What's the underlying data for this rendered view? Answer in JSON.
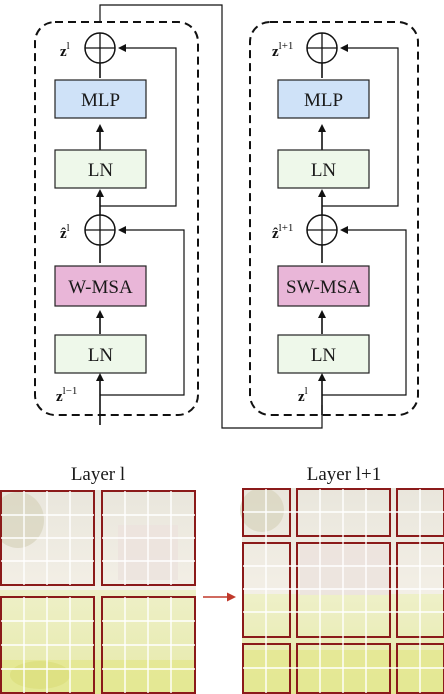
{
  "left_block": {
    "mlp_label": "MLP",
    "ln_top_label": "LN",
    "attn_label": "W-MSA",
    "ln_bottom_label": "LN",
    "out_var": "z",
    "out_sup": "l",
    "mid_var": "ẑ",
    "mid_sup": "l",
    "in_var": "z",
    "in_sup": "l−1"
  },
  "right_block": {
    "mlp_label": "MLP",
    "ln_top_label": "LN",
    "attn_label": "SW-MSA",
    "ln_bottom_label": "LN",
    "out_var": "z",
    "out_sup": "l+1",
    "mid_var": "ẑ",
    "mid_sup": "l+1",
    "in_var": "z",
    "in_sup": "l"
  },
  "layers": {
    "left_title": "Layer l",
    "right_title": "Layer l+1"
  },
  "colors": {
    "mlp_fill": "#cfe2f8",
    "ln_fill": "#eef8ea",
    "attn_fill": "#e9b6d8",
    "window_border": "#8b1a1a",
    "arrow_red": "#c0392b"
  }
}
